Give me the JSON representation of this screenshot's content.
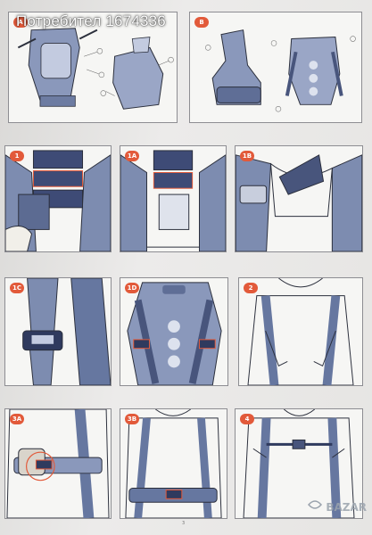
{
  "overlay_text": "Потребител 1674336",
  "page_number": "3",
  "watermark": "BAZAR",
  "panels": [
    {
      "id": "A",
      "tag": "A"
    },
    {
      "id": "B",
      "tag": "B"
    },
    {
      "id": "1",
      "tag": "1"
    },
    {
      "id": "1A",
      "tag": "1A"
    },
    {
      "id": "1B",
      "tag": "1B"
    },
    {
      "id": "1C",
      "tag": "1C"
    },
    {
      "id": "1D",
      "tag": "1D"
    },
    {
      "id": "2",
      "tag": "2"
    },
    {
      "id": "3A",
      "tag": "3A"
    },
    {
      "id": "3B",
      "tag": "3B"
    },
    {
      "id": "4",
      "tag": "4"
    }
  ],
  "colors": {
    "carrier_blue": "#7d8cb0",
    "carrier_dark": "#48557c",
    "accent_red": "#e25a3a",
    "outline": "#2b2f3c"
  }
}
